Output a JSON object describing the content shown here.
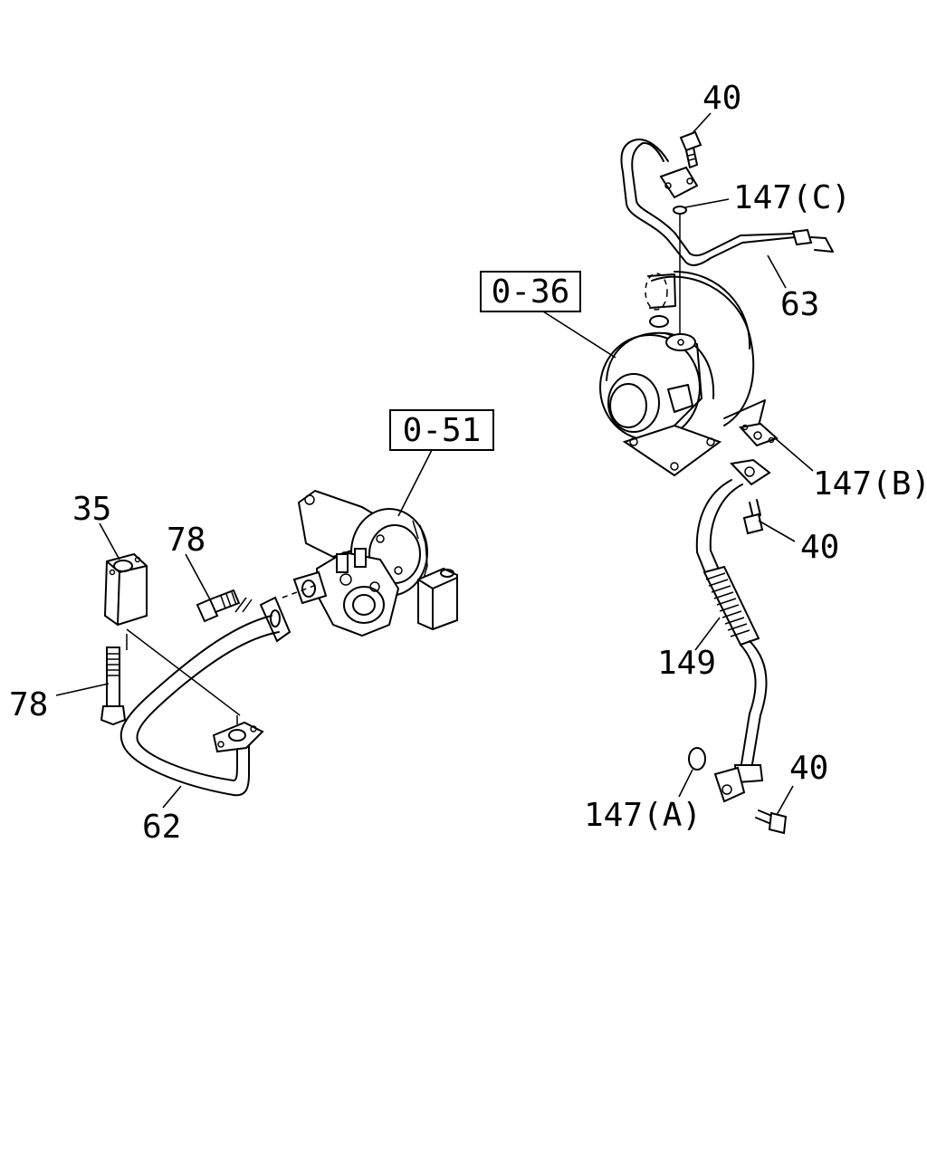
{
  "callouts": {
    "c40_top": "40",
    "c147c": "147(C)",
    "c63": "63",
    "c036": "0-36",
    "c147b": "147(B)",
    "c40_mid": "40",
    "c149": "149",
    "c40_bot": "40",
    "c147a": "147(A)",
    "c051": "0-51",
    "c35": "35",
    "c78_top": "78",
    "c78_left": "78",
    "c62": "62"
  }
}
